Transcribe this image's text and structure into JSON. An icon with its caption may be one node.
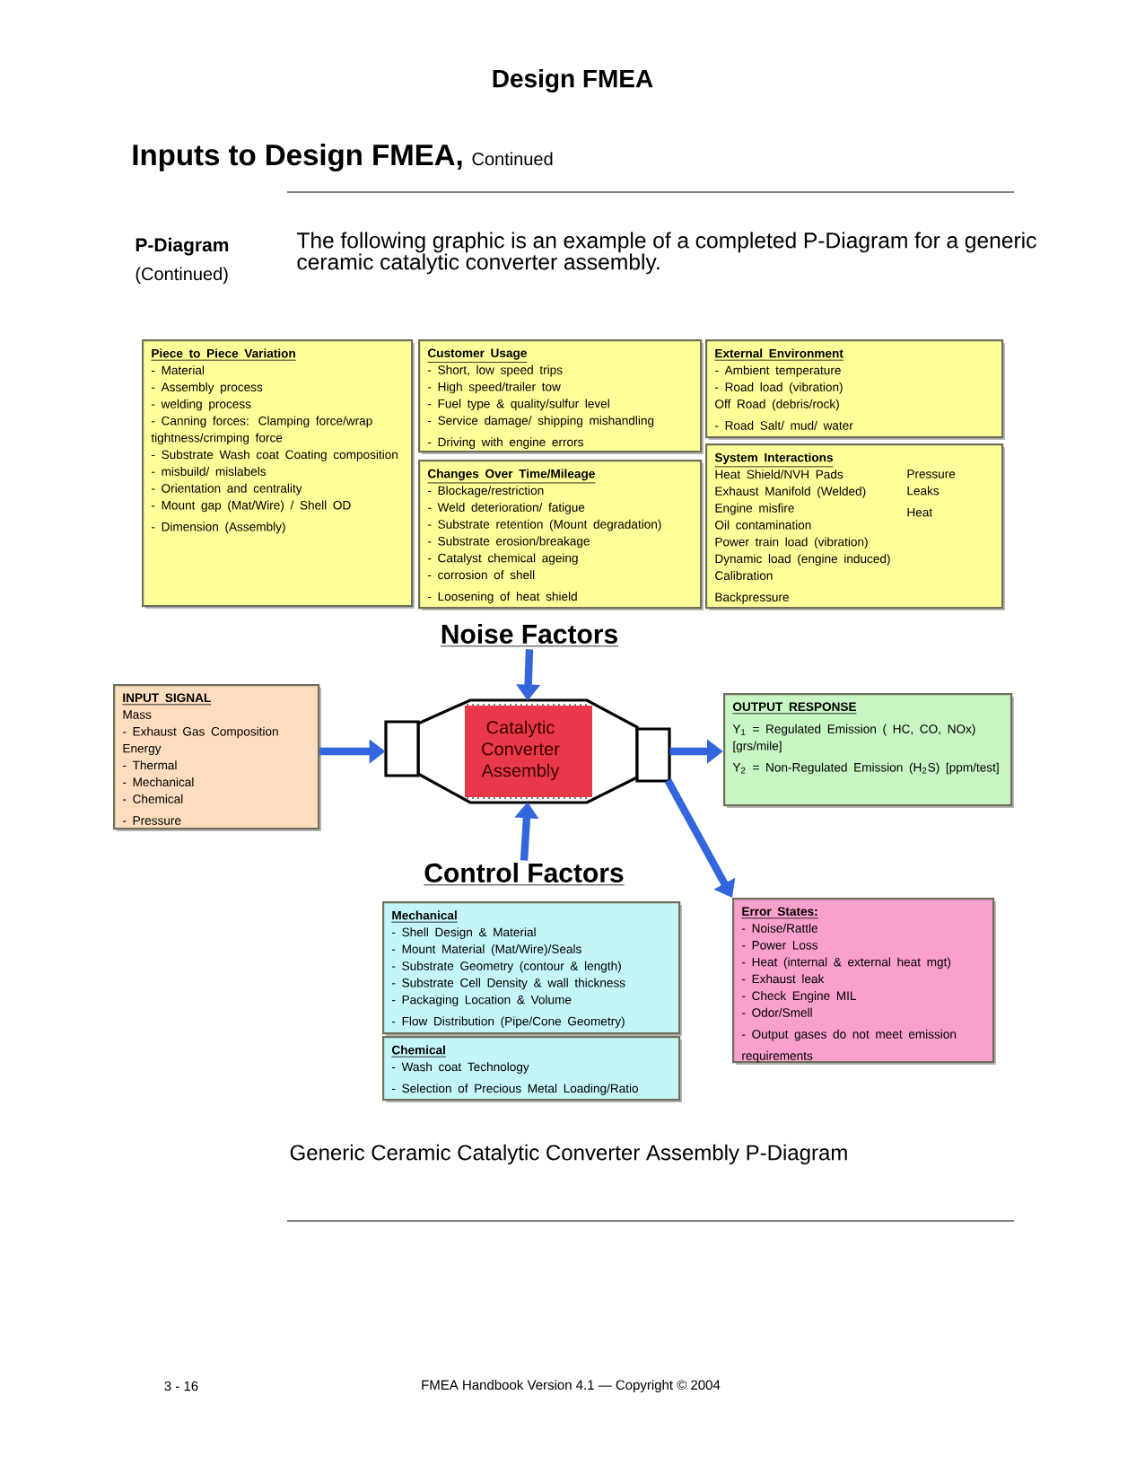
{
  "diagram": {
    "title": "Design FMEA",
    "caption": "Generic Ceramic Catalytic Converter Assembly P-Diagram",
    "nodes": [
      {
        "text": [
          "Piece to Piece Variation",
          "- Material",
          "- Assembly process",
          "-  welding process",
          "- Canning forces: Clamping force/wrap tightness/crimping force",
          "- Substrate Wash coat Coating composition",
          "- misbuild/ mislabels",
          "- Orientation and centrality",
          "- Mount  gap (Mat/Wire) / Shell OD",
          "- Dimension (Assembly)"
        ]
      },
      {
        "text": [
          "Customer Usage",
          "- Short, low speed trips",
          "- High speed/trailer tow",
          "- Fuel type & quality/sulfur level",
          "- Service damage/ shipping mishandling",
          "- Driving with engine errors"
        ]
      },
      {
        "text": [
          "Changes Over Time/Mileage",
          "- Blockage/restriction",
          "- Weld deterioration/ fatigue",
          "- Substrate retention (Mount degradation)",
          "- Substrate erosion/breakage",
          "- Catalyst chemical ageing",
          "- corrosion of shell",
          "- Loosening of heat shield"
        ]
      },
      {
        "text": [
          "External Environment",
          "- Ambient temperature",
          "- Road load (vibration)",
          " Off Road (debris/rock)",
          "- Road Salt/ mud/ water"
        ]
      },
      {
        "text": [
          "System Interactions",
          "Heat Shield/NVH Pads",
          "Exhaust Manifold (Welded)",
          "Engine misfire",
          "Oil contamination",
          "Power train load (vibration)",
          "Dynamic load (engine induced)",
          "Calibration",
          "Backpressure",
          "Pressure",
          "Leaks",
          "Heat"
        ]
      },
      {
        "text": [
          "Noise Factors"
        ]
      },
      {
        "text": [
          "INPUT SIGNAL",
          "Mass",
          "  - Exhaust Gas Composition",
          "Energy",
          "  - Thermal",
          "  - Mechanical",
          "  - Chemical",
          "  - Pressure"
        ]
      },
      {
        "text": [
          "Catalytic Converter Assembly"
        ]
      },
      {
        "text": [
          "OUTPUT RESPONSE",
          "Y$_{1}$ = Regulated Emission ( HC, CO, NOx) [grs/mile]",
          "Y$_{2}$ = Non-Regulated Emission (H$_{2}$S) [ppm/test]"
        ]
      },
      {
        "text": [
          "Control Factors"
        ]
      },
      {
        "text": [
          "Mechanical",
          "- Shell Design & Material",
          "- Mount Material (Mat/Wire)/Seals",
          "- Substrate Geometry (contour & length)",
          "- Substrate Cell Density & wall thickness",
          "- Packaging Location & Volume",
          "- Flow Distribution (Pipe/Cone Geometry)"
        ]
      },
      {
        "text": [
          "Chemical",
          "- Wash coat Technology",
          "- Selection of Precious Metal Loading/Ratio"
        ]
      },
      {
        "text": [
          "Error States:",
          "- Noise/Rattle",
          "- Power Loss",
          "- Heat (internal & external heat mgt)",
          "- Exhaust leak",
          "- Check Engine MIL",
          "- Odor/Smell",
          "- Output gases do not meet emission requirements"
        ]
      }
    ],
    "edges": [
      {
        "from": 5,
        "to": 7,
        "arrow": "to"
      },
      {
        "from": 6,
        "to": 7,
        "arrow": "to"
      },
      {
        "from": 7,
        "to": 8,
        "arrow": "to"
      },
      {
        "from": 9,
        "to": 7,
        "arrow": "to"
      },
      {
        "from": 7,
        "to": 12,
        "arrow": "to"
      }
    ],
    "labels": [
      "Inputs to Design FMEA,",
      "Continued",
      "P-Diagram",
      "(Continued)",
      "The following graphic is an example of a completed P-Diagram for a generic ceramic catalytic converter assembly.",
      "3 - 16",
      "FMEA Handbook Version 4.1 — Copyright © 2004"
    ]
  }
}
